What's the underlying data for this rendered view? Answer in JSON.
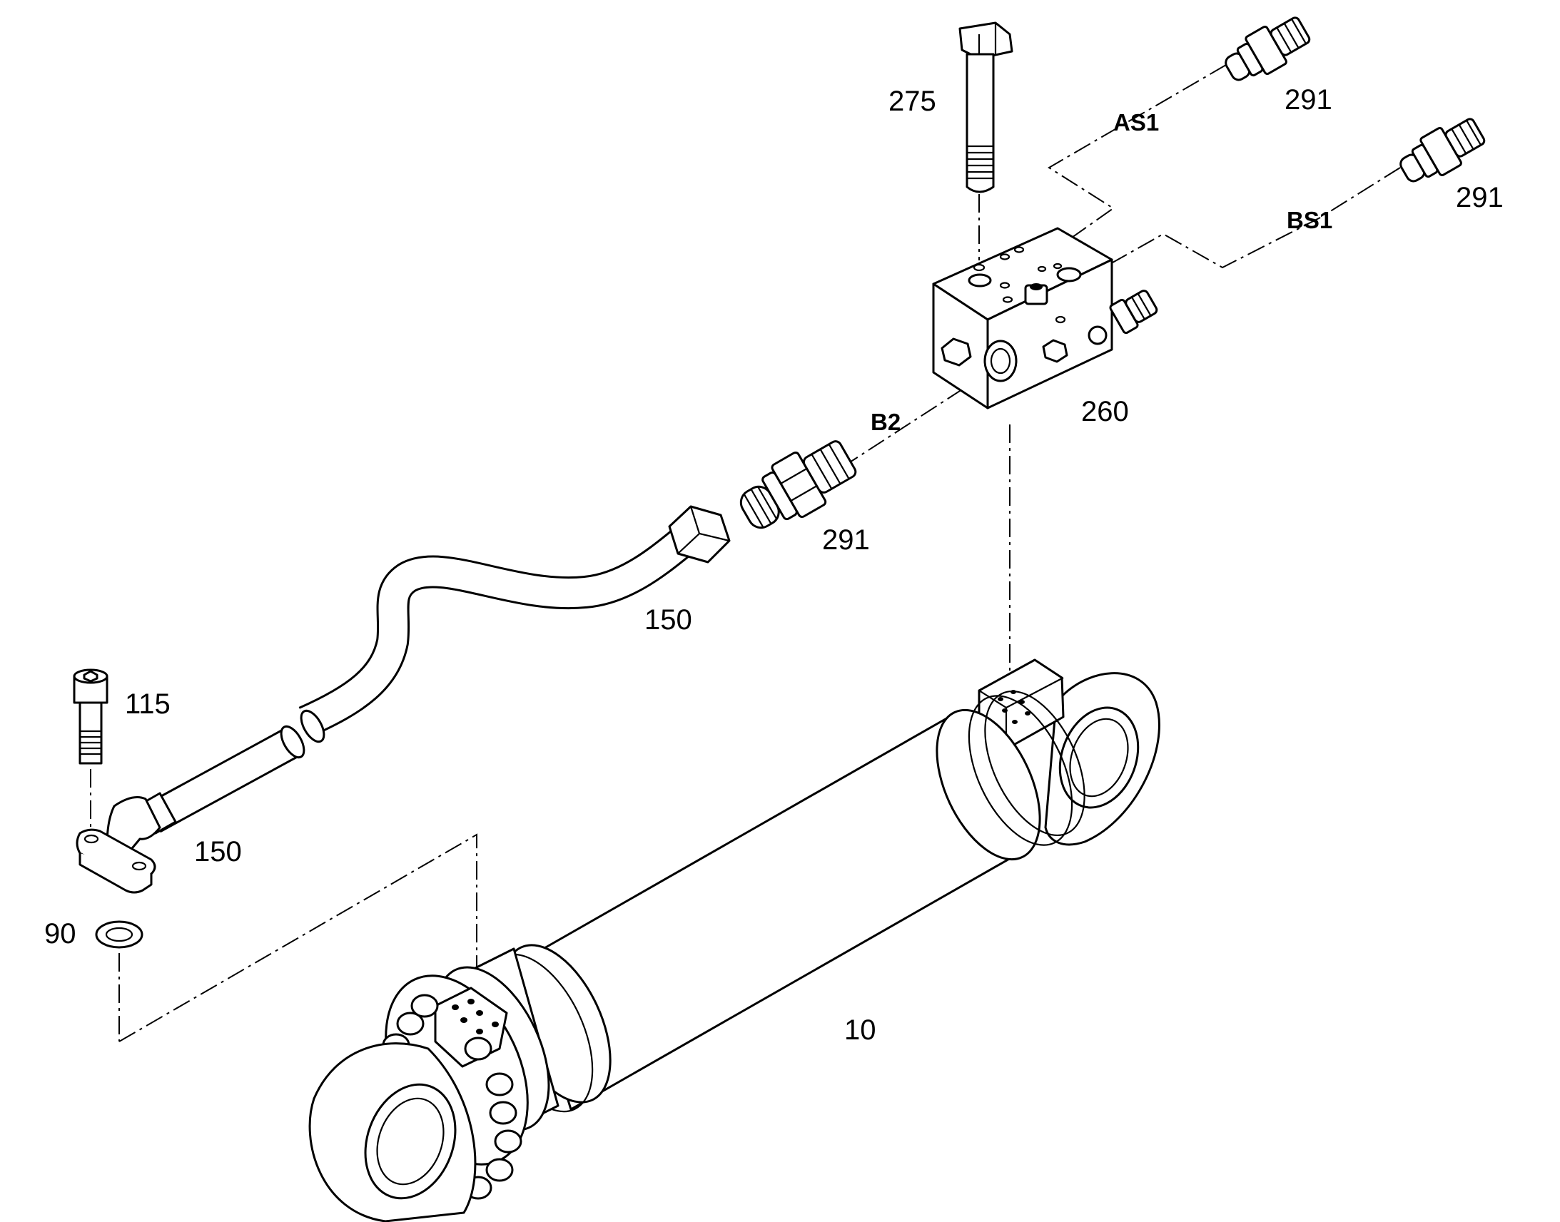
{
  "diagram": {
    "part_labels": {
      "p275": "275",
      "p291_top": "291",
      "p291_right": "291",
      "p291_mid": "291",
      "p260": "260",
      "p150_top": "150",
      "p150_bottom": "150",
      "p115": "115",
      "p90": "90",
      "p10": "10"
    },
    "port_labels": {
      "as1": "AS1",
      "bs1": "BS1",
      "b2": "B2"
    },
    "colors": {
      "line": "#000000",
      "background": "#ffffff"
    }
  }
}
